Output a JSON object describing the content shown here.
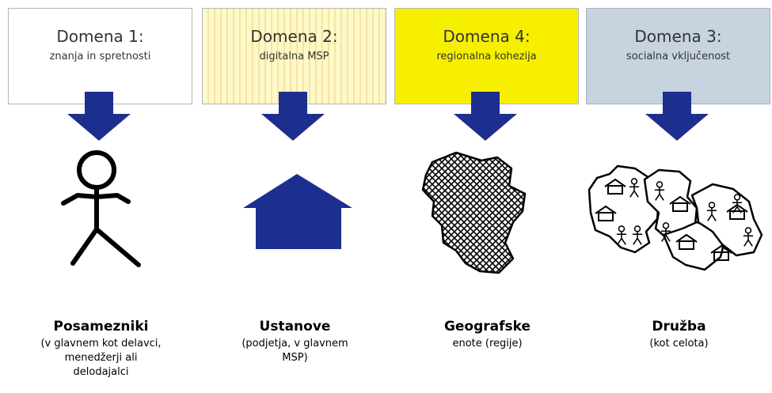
{
  "domains": [
    {
      "title": "Domena 1:",
      "subtitle": "znanja in spretnosti",
      "entity": "Posamezniki",
      "entity_sub": "(v glavnem kot delavci, menedžerji ali delodajalci",
      "color": "#ffffff"
    },
    {
      "title": "Domena 2:",
      "subtitle": "digitalna MSP",
      "entity": "Ustanove",
      "entity_sub": "(podjetja, v glavnem MSP)",
      "color": "#fff8c8"
    },
    {
      "title": "Domena 4:",
      "subtitle": "regionalna kohezija",
      "entity": "Geografske",
      "entity_sub": "enote (regije)",
      "color": "#f6f000"
    },
    {
      "title": "Domena 3:",
      "subtitle": "socialna vključenost",
      "entity": "Družba",
      "entity_sub": "(kot celota)",
      "color": "#c7d3df"
    }
  ],
  "colors": {
    "arrow": "#1c2f8f",
    "house": "#1c2f8f",
    "ink": "#000000"
  },
  "icons": [
    "arrow-down-icon",
    "stick-figure-icon",
    "house-icon",
    "region-map-icon",
    "society-map-icon"
  ]
}
